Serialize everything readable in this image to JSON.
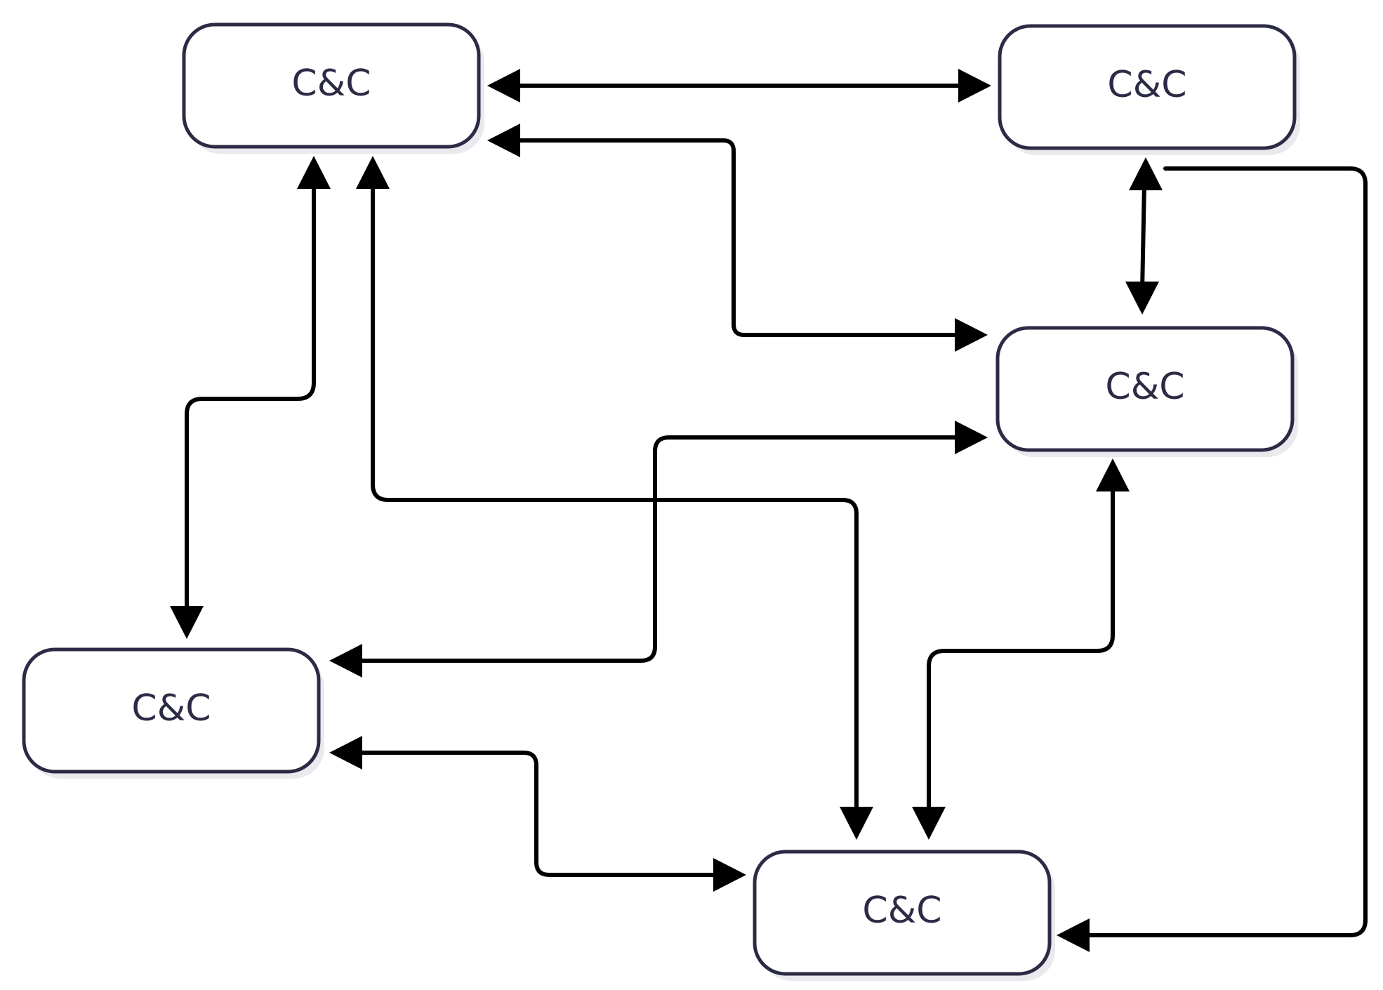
{
  "diagram": {
    "nodes": [
      {
        "id": "top-left",
        "label": "C&C"
      },
      {
        "id": "top-right",
        "label": "C&C"
      },
      {
        "id": "middle-right",
        "label": "C&C"
      },
      {
        "id": "bottom-left",
        "label": "C&C"
      },
      {
        "id": "bottom-center",
        "label": "C&C"
      }
    ],
    "edges": [
      {
        "from": "top-left",
        "to": "top-right",
        "direction": "both"
      },
      {
        "from": "top-left",
        "to": "middle-right",
        "direction": "both"
      },
      {
        "from": "top-left",
        "to": "bottom-left",
        "direction": "both"
      },
      {
        "from": "top-left",
        "to": "bottom-center",
        "direction": "both"
      },
      {
        "from": "top-right",
        "to": "middle-right",
        "direction": "both"
      },
      {
        "from": "top-right",
        "to": "bottom-center",
        "direction": "forward"
      },
      {
        "from": "middle-right",
        "to": "bottom-left",
        "direction": "both"
      },
      {
        "from": "middle-right",
        "to": "bottom-center",
        "direction": "both"
      },
      {
        "from": "bottom-left",
        "to": "bottom-center",
        "direction": "both"
      }
    ]
  }
}
